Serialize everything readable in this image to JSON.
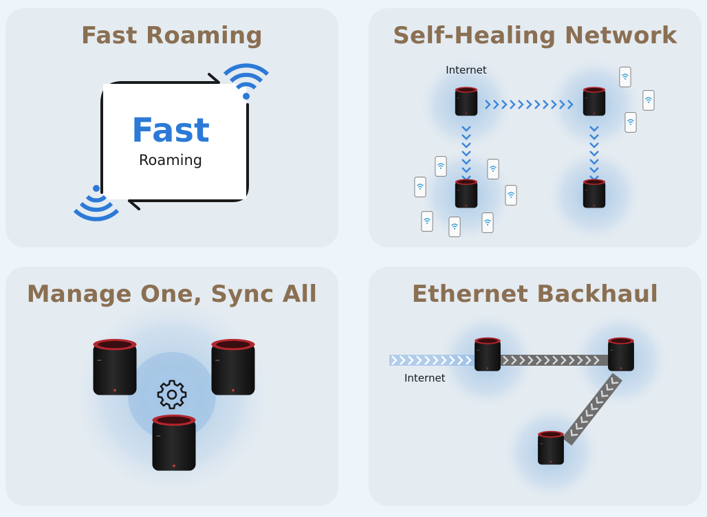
{
  "colors": {
    "title": "#8a6f52",
    "wifi_blue": "#2c7ad6",
    "router_body": "#1c1c1c",
    "router_top": "#b3262e",
    "panel_bg": "#e4ebf1",
    "page_bg": "#edf5fb"
  },
  "panels": [
    {
      "title": "Fast Roaming",
      "big": "Fast",
      "small": "Roaming",
      "icons": [
        "wifi-icon",
        "wifi-icon",
        "arrow-right-icon",
        "arrow-left-icon"
      ]
    },
    {
      "title": "Self-Healing Network",
      "internet_label": "Internet",
      "icons": [
        "router-icon",
        "phone-icon",
        "chevron-link-icon"
      ]
    },
    {
      "title": "Manage One, Sync All",
      "icons": [
        "router-icon",
        "gear-icon"
      ]
    },
    {
      "title": "Ethernet Backhaul",
      "internet_label": "Internet",
      "icons": [
        "router-icon",
        "chevron-link-icon"
      ]
    }
  ]
}
